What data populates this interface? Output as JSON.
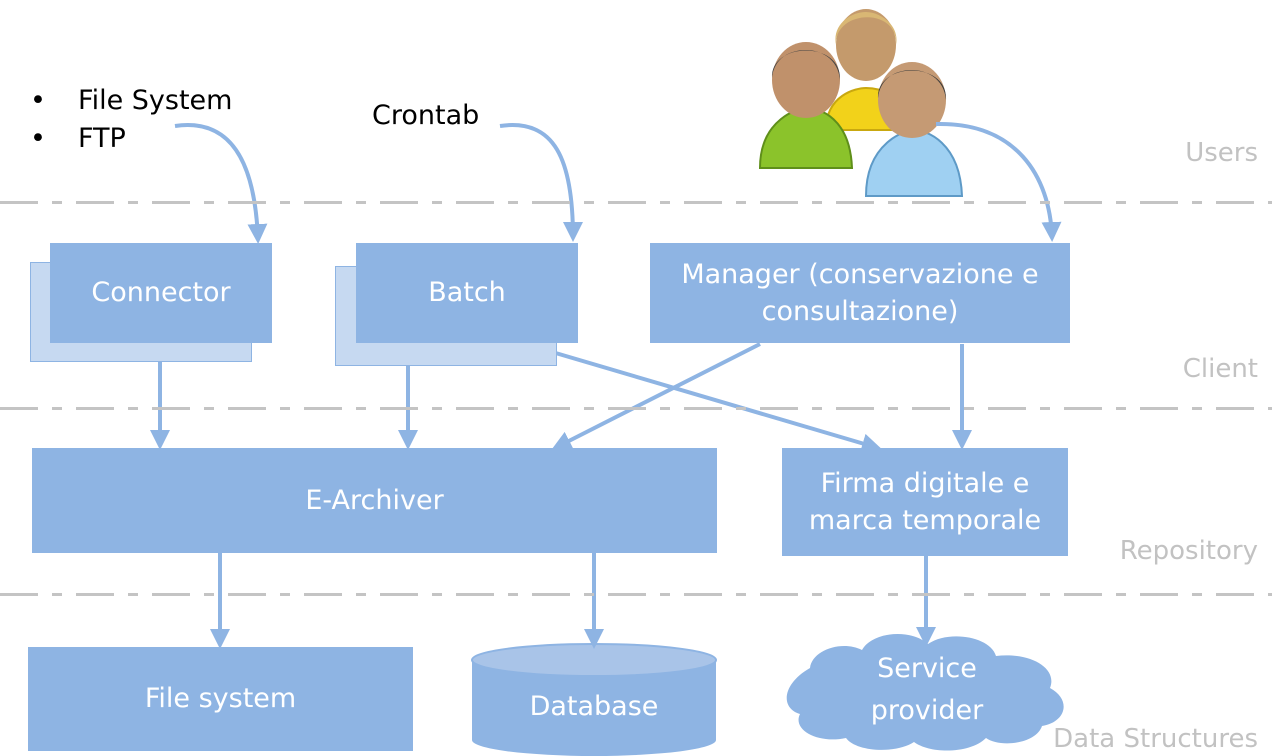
{
  "sources": {
    "items": [
      "File System",
      "FTP"
    ],
    "crontab": "Crontab"
  },
  "layers": {
    "users": "Users",
    "client": "Client",
    "repository": "Repository",
    "data": "Data Structures"
  },
  "boxes": {
    "connector": "Connector",
    "batch": "Batch",
    "manager": "Manager (conservazione e consultazione)",
    "earchiver": "E-Archiver",
    "firma": "Firma digitale e marca temporale",
    "filesystem": "File system",
    "database": "Database",
    "service": "Service provider"
  },
  "icons": {
    "users": "users-group-icon",
    "bullet": "bullet-icon"
  },
  "colors": {
    "box": "#8eb4e3",
    "shadow": "#c6d9f1",
    "arrow": "#8eb4e3",
    "layer_text": "#c2c2c2"
  }
}
